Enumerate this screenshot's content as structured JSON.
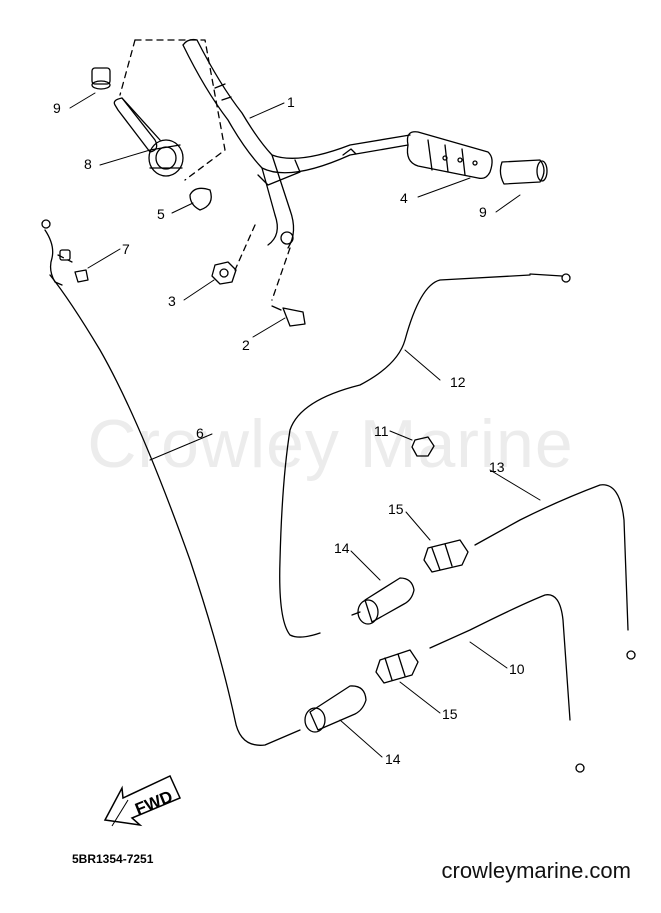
{
  "watermark": "Crowley Marine",
  "website": "crowleymarine.com",
  "diagram_code": "5BR1354-7251",
  "fwd_label": "FWD",
  "callouts": {
    "c1": "1",
    "c2": "2",
    "c3": "3",
    "c4": "4",
    "c5": "5",
    "c6": "6",
    "c7": "7",
    "c8": "8",
    "c9a": "9",
    "c9b": "9",
    "c10": "10",
    "c11": "11",
    "c12": "12",
    "c13": "13",
    "c14a": "14",
    "c14b": "14",
    "c15a": "15",
    "c15b": "15"
  }
}
